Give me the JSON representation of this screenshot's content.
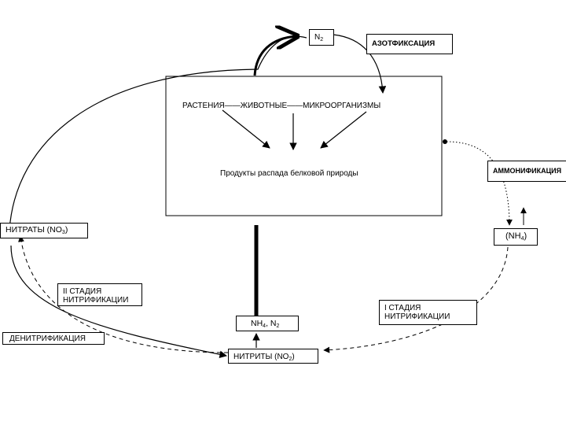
{
  "n2": {
    "text": "N",
    "sub": "2"
  },
  "fixation": "АЗОТФИКСАЦИЯ",
  "organisms": "РАСТЕНИЯ——ЖИВОТНЫЕ——МИКРООРГАНИЗМЫ",
  "products": "Продукты распада белковой природы",
  "ammonification": "АММОНИФИКАЦИЯ",
  "nitrates": {
    "text": "НИТРАТЫ (NO",
    "sub": "3",
    "suffix": ")"
  },
  "ammonium": {
    "text": "(NH",
    "sub": "4",
    "suffix": ")"
  },
  "stage2": {
    "line1": "II  СТАДИЯ",
    "line2": "НИТРИФИКАЦИИ"
  },
  "stage1": {
    "line1": "I  СТАДИЯ",
    "line2": "НИТРИФИКАЦИИ"
  },
  "nh4n2": {
    "text1": "NH",
    "sub1": "4",
    "text2": ", N",
    "sub2": "2"
  },
  "denitrification": "ДЕНИТРИФИКАЦИЯ",
  "nitrites": {
    "text": "НИТРИТЫ (NO",
    "sub": "2",
    "suffix": ")"
  }
}
